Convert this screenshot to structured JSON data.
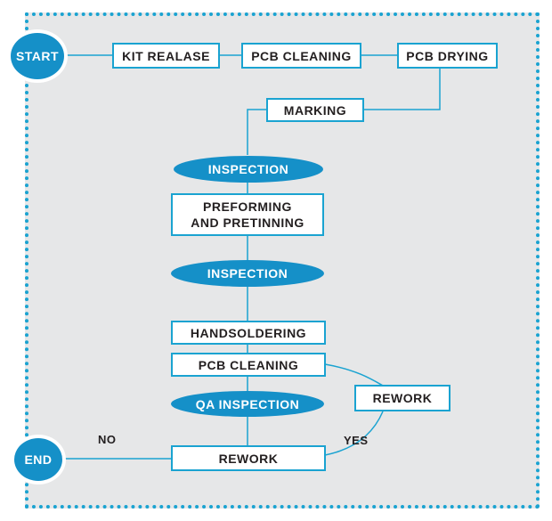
{
  "colors": {
    "accent": "#1590c8",
    "border": "#1aa3d1",
    "background": "#e6e7e8"
  },
  "terminals": {
    "start": "START",
    "end": "END"
  },
  "steps": {
    "kit_release": "KIT REALASE",
    "pcb_cleaning_1": "PCB CLEANING",
    "pcb_drying": "PCB DRYING",
    "marking": "MARKING",
    "preforming_line1": "PREFORMING",
    "preforming_line2": "AND PRETINNING",
    "handsoldering": "HANDSOLDERING",
    "pcb_cleaning_2": "PCB CLEANING",
    "rework_final": "REWORK",
    "rework_side": "REWORK"
  },
  "inspections": {
    "inspection_1": "INSPECTION",
    "inspection_2": "INSPECTION",
    "qa_inspection": "QA INSPECTION"
  },
  "branch_labels": {
    "no": "NO",
    "yes": "YES"
  }
}
